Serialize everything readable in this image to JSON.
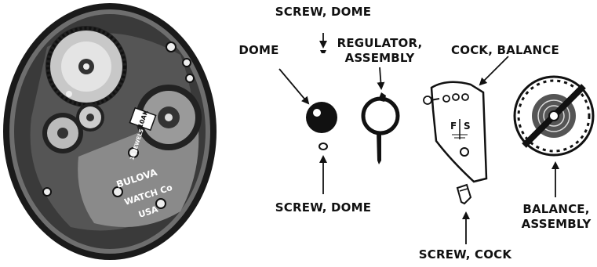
{
  "labels": {
    "screw_dome_top": "SCREW, DOME",
    "dome": "DOME",
    "regulator_line1": "REGULATOR,",
    "regulator_line2": "ASSEMBLY",
    "cock_balance": "COCK, BALANCE",
    "screw_dome_bottom": "SCREW, DOME",
    "balance_line1": "BALANCE,",
    "balance_line2": "ASSEMBLY",
    "screw_cock": "SCREW, COCK"
  },
  "engravings": {
    "brand": "BULOVA",
    "maker": "WATCH Co",
    "country": "USA",
    "jewels": "15 JEWELS",
    "model": "10AK",
    "fast": "F",
    "slow": "S"
  }
}
